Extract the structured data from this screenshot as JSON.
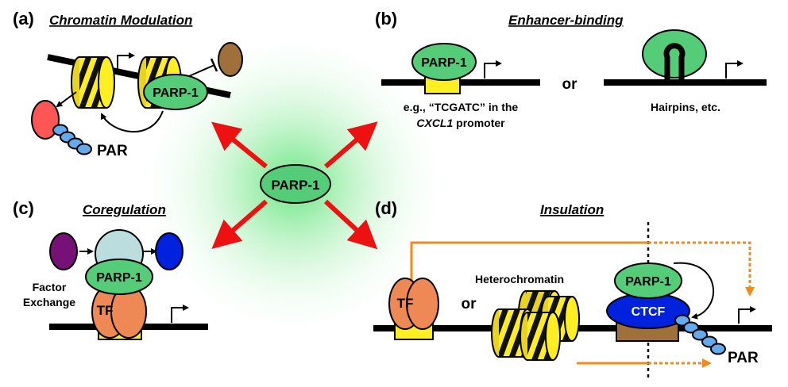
{
  "center": {
    "label": "PARP-1"
  },
  "panels": {
    "a": {
      "letter": "(a)",
      "title": "Chromatin Modulation",
      "parp": "PARP-1",
      "par": "PAR"
    },
    "b": {
      "letter": "(b)",
      "title": "Enhancer-binding",
      "parp": "PARP-1",
      "example_line1": "e.g., “TCGATC” in the",
      "example_gene": "CXCL1",
      "example_line2_rest": " promoter",
      "or": "or",
      "hairpins": "Hairpins, etc."
    },
    "c": {
      "letter": "(c)",
      "title": "Coregulation",
      "parp": "PARP-1",
      "tf": "TF",
      "factor_line1": "Factor",
      "factor_line2": "Exchange"
    },
    "d": {
      "letter": "(d)",
      "title": "Insulation",
      "tf": "TF",
      "or": "or",
      "heterochromatin": "Heterochromatin",
      "parp": "PARP-1",
      "ctcf": "CTCF",
      "par": "PAR"
    }
  },
  "colors": {
    "parp_green": "#55cc77",
    "arrow_red": "#ee1111",
    "tf_orange": "#ee8855",
    "nucleosome_yellow": "#ffee22",
    "ctcf_blue": "#0022dd",
    "brown": "#a0703a",
    "par_blue": "#66aaee",
    "salmon": "#ff5555",
    "purple": "#771177",
    "lightblue": "#bbdddd",
    "orange_line": "#f08a1c",
    "glow_green": "#33dd55"
  }
}
